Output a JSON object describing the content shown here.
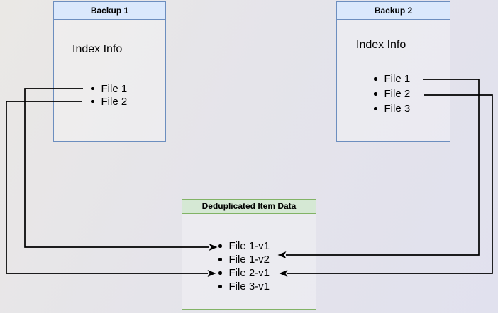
{
  "backup1": {
    "title": "Backup 1",
    "subtitle": "Index Info",
    "items": [
      "File 1",
      "File 2"
    ]
  },
  "backup2": {
    "title": "Backup 2",
    "subtitle": "Index Info",
    "items": [
      "File 1",
      "File 2",
      "File 3"
    ]
  },
  "dedup": {
    "title": "Deduplicated Item Data",
    "items": [
      "File 1-v1",
      "File 1-v2",
      "File 2-v1",
      "File 3-v1"
    ]
  },
  "connections": [
    {
      "from": "Backup 1 / File 1",
      "to": "File 1-v1"
    },
    {
      "from": "Backup 1 / File 2",
      "to": "File 2-v1"
    },
    {
      "from": "Backup 2 / File 1",
      "to": "File 1-v2"
    },
    {
      "from": "Backup 2 / File 2",
      "to": "File 2-v1"
    }
  ],
  "colors": {
    "blue_border": "#6c8ebf",
    "blue_header_fill": "#dae8fc",
    "green_border": "#82b366",
    "green_header_fill": "#d5e8d4",
    "arrow": "#000000",
    "background": "#e4e3ea"
  }
}
